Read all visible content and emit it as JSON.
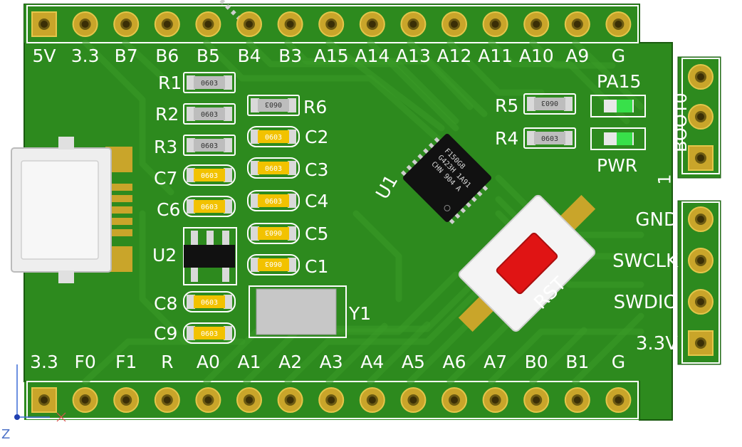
{
  "board": {
    "colors": {
      "pcb": "#2d8a1e",
      "pcb_dark": "#1f6d14",
      "trace": "#3a9a28",
      "silkscreen": "#ffffff",
      "pad_gold": "#c9a52a",
      "pad_ring": "#e5c64a",
      "resistor_body": "#bdbdbd",
      "capacitor_body": "#f2c200",
      "led_green": "#38e04a",
      "button_red": "#e01414",
      "usb_metal": "#eeeeee",
      "crystal": "#c7c7c7",
      "ic_black": "#111111"
    },
    "top_header": [
      "5V",
      "3.3",
      "B7",
      "B6",
      "B5",
      "B4",
      "B3",
      "A15",
      "A14",
      "A13",
      "A12",
      "A11",
      "A10",
      "A9",
      "G"
    ],
    "bottom_header": [
      "3.3",
      "F0",
      "F1",
      "R",
      "A0",
      "A1",
      "A2",
      "A3",
      "A4",
      "A5",
      "A6",
      "A7",
      "B0",
      "B1",
      "G"
    ],
    "boot_header": [
      "0",
      "1"
    ],
    "boot_label": "BOOT0",
    "swd_header": [
      "GND",
      "SWCLK",
      "SWDIO",
      "3.3V"
    ],
    "resistors": [
      "R1",
      "R2",
      "R3",
      "R4",
      "R5",
      "R6"
    ],
    "capacitors": [
      "C1",
      "C2",
      "C3",
      "C4",
      "C5",
      "C6",
      "C7",
      "C8",
      "C9"
    ],
    "package_code": "0603",
    "mcu": {
      "ref": "U1",
      "markings": [
        "F150G8",
        "G423H 1A91",
        "CHN 904 A"
      ]
    },
    "regulator": {
      "ref": "U2"
    },
    "crystal": {
      "ref": "Y1"
    },
    "leds": [
      {
        "ref": "PA15"
      },
      {
        "ref": "PWR"
      }
    ],
    "button": {
      "ref": "RST"
    },
    "axis": {
      "z_label": "Z"
    }
  }
}
